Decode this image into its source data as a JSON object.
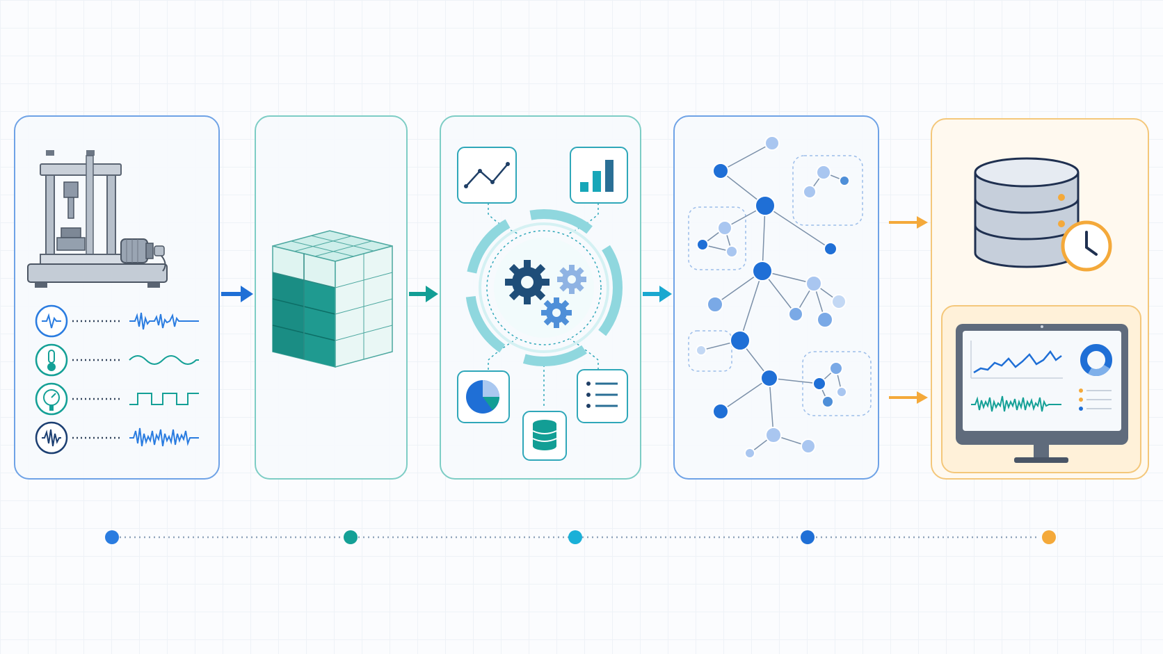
{
  "theme": {
    "blue": "#1f6fd6",
    "teal": "#129e95",
    "cyan": "#1aa8d0",
    "network_blue": "#2a74d8",
    "orange": "#f4a93a",
    "panel_border_blue": "#6ea2e6",
    "panel_border_teal": "#7dcdc5",
    "panel_border_orange": "#f4c77a"
  },
  "stages": [
    {
      "id": "sensing",
      "icons": [
        "testing-machine-icon",
        "vibration-sensor-icon",
        "thermometer-icon",
        "pressure-gauge-icon",
        "acoustic-sensor-icon"
      ]
    },
    {
      "id": "data-cube",
      "icons": [
        "data-cube-icon"
      ]
    },
    {
      "id": "processing",
      "icons": [
        "line-chart-icon",
        "bar-chart-icon",
        "gears-icon",
        "pie-chart-icon",
        "database-icon",
        "list-icon"
      ]
    },
    {
      "id": "graph",
      "icons": [
        "knowledge-graph-icon"
      ]
    },
    {
      "id": "outputs",
      "icons": [
        "database-clock-icon",
        "monitor-dashboard-icon"
      ]
    }
  ],
  "timeline": {
    "markers": 5,
    "colors": [
      "#2a7ce0",
      "#14a096",
      "#1ab0d8",
      "#1f6fd6",
      "#f4a93a"
    ]
  }
}
